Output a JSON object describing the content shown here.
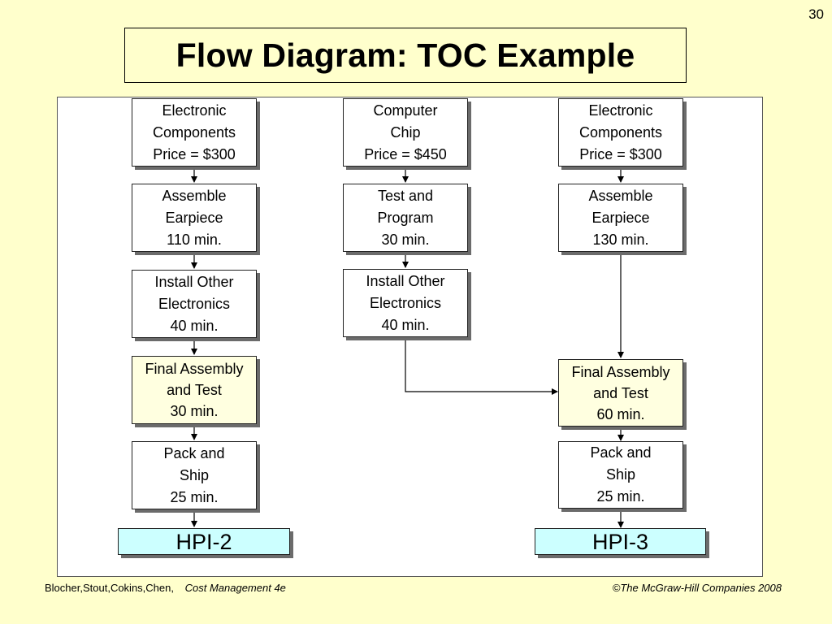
{
  "slide_number": "30",
  "title": "Flow Diagram: TOC Example",
  "left_column": {
    "components": [
      "Electronic",
      "Components",
      "Price = $300"
    ],
    "assemble": [
      "Assemble",
      "Earpiece",
      "110 min."
    ],
    "install": [
      "Install Other",
      "Electronics",
      "40 min."
    ],
    "final": [
      "Final Assembly",
      "and Test",
      "30 min."
    ],
    "pack": [
      "Pack and",
      "Ship",
      "25 min."
    ],
    "product": "HPI-2"
  },
  "middle_column": {
    "chip": [
      "Computer",
      "Chip",
      "Price = $450"
    ],
    "test": [
      "Test and",
      "Program",
      "30 min."
    ],
    "install": [
      "Install Other",
      "Electronics",
      "40 min."
    ]
  },
  "right_column": {
    "components": [
      "Electronic",
      "Components",
      "Price = $300"
    ],
    "assemble": [
      "Assemble",
      "Earpiece",
      "130 min."
    ],
    "final": [
      "Final Assembly",
      "and Test",
      "60 min."
    ],
    "pack": [
      "Pack and",
      "Ship",
      "25 min."
    ],
    "product": "HPI-3"
  },
  "footer": {
    "authors": "Blocher,Stout,Cokins,Chen,",
    "book": "Cost Management 4e",
    "copyright": "©The McGraw-Hill Companies 2008"
  },
  "colors": {
    "background": "#ffffcc",
    "product_fill": "#ccffff",
    "final_fill": "#ffffe0"
  }
}
